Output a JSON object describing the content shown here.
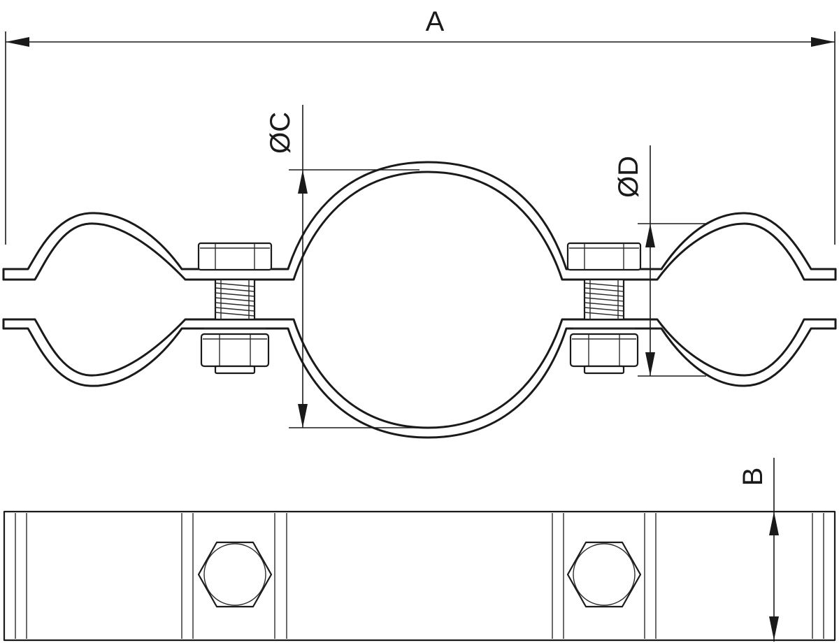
{
  "labels": {
    "A": "A",
    "B": "B",
    "C": "ØC",
    "D": "ØD"
  },
  "colors": {
    "line": "#1a1a1a",
    "background": "#ffffff"
  }
}
